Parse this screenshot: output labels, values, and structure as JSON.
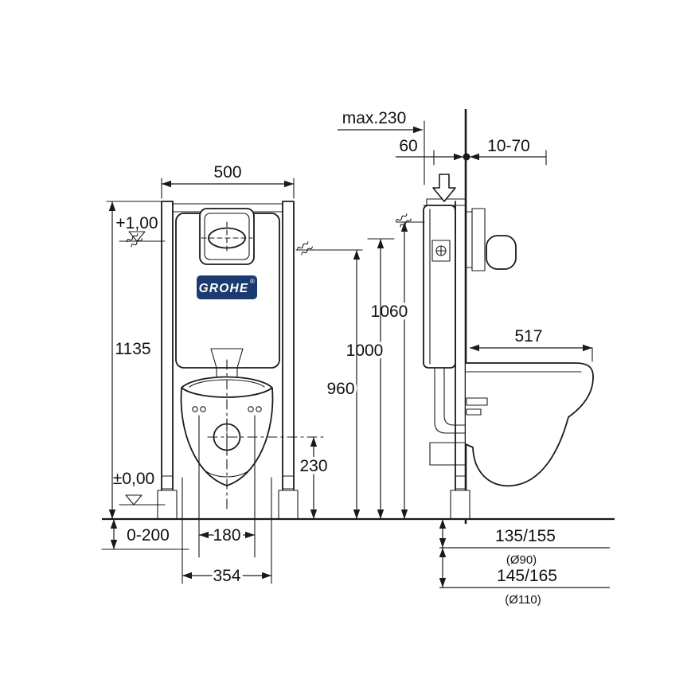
{
  "colors": {
    "ink": "#1a1a1a",
    "background": "#ffffff",
    "brand_blue": "#1b3a70"
  },
  "brand": {
    "name": "GROHE",
    "registered": "®"
  },
  "front_view": {
    "frame_width": "500",
    "frame_height": "1135",
    "datum_plate": "+1,00",
    "datum_floor": "±0,00",
    "foot_adjustment": "0-200",
    "fixing_centres": "180",
    "bowl_width": "354",
    "outlet_height": "230"
  },
  "side_view": {
    "depth_max": "max.230",
    "offset_60": "60",
    "plate_depth_range": "10-70",
    "height_1060": "1060",
    "height_1000": "1000",
    "height_960": "960",
    "bowl_depth": "517",
    "outlet_90": {
      "height": "135/155",
      "diameter": "(Ø90)"
    },
    "outlet_110": {
      "height": "145/165",
      "diameter": "(Ø110)"
    }
  }
}
